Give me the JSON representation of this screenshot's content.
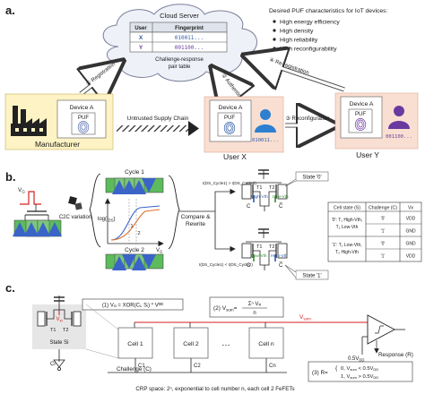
{
  "panels": {
    "a": {
      "label": "a.",
      "cloud": {
        "title": "Cloud Server",
        "col_user": "User",
        "col_fp": "Fingerprint",
        "rows": [
          {
            "user": "X",
            "fp": "010011..."
          },
          {
            "user": "Y",
            "fp": "001100..."
          }
        ],
        "caption_1": "Challenge-response",
        "caption_2": "pair table"
      },
      "puf_title": "Desired PUF characteristics for IoT devices:",
      "puf_items": [
        "High energy efficiency",
        "High density",
        "High reliability",
        "High reconfigurability"
      ],
      "arrows": {
        "registration": "① Registration",
        "authentication": "② Authentication",
        "re_registration": "④ Re-registration",
        "reconfiguration": "③ Reconfiguration",
        "supply_chain": "Untrusted Supply Chain"
      },
      "device_label": "Device A",
      "puf_label": "PUF",
      "manufacturer": "Manufacturer",
      "user_x": "User X",
      "user_y": "User Y",
      "bits_x": "010011...",
      "bits_y": "001100..."
    },
    "b": {
      "label": "b.",
      "vg": "V",
      "vg_sub": "G",
      "c2c": "C2C variation",
      "cycle1": "Cycle 1",
      "cycle2": "Cycle 2",
      "log_ids": "log(I",
      "log_ids_sub": "DS",
      "vg_axis": "V",
      "vg_axis_sub": "G",
      "tick1": "1",
      "tick2": "2",
      "compare_1": "Compare &",
      "compare_2": "Rewrite",
      "cond_top": "I(DS_Cycle1) > I(DS_Cycle2)",
      "cond_bottom": "I(DS_Cycle1) < I(DS_Cycle2)",
      "state0": "State '0'",
      "state1": "State '1'",
      "t1": "T1",
      "t2": "T2",
      "high_vth": "High-Vth",
      "low_vth": "Low-Vth",
      "c_label": "C",
      "c_bar": "C̅",
      "table": {
        "headers": [
          "Cell state (S)",
          "Challenge (C)",
          "Vx"
        ],
        "rows": [
          {
            "s1": "'0': T₁ High-Vth,",
            "s2": "T₂ Low-Vth",
            "c0": "'0'",
            "v0": "VDD",
            "c1": "'1'",
            "v1": "GND"
          },
          {
            "s1": "'1': T₁ Low-Vth,",
            "s2": "T₂ High-Vth",
            "c0": "'0'",
            "v0": "GND",
            "c1": "'1'",
            "v1": "VDD"
          }
        ]
      }
    },
    "c": {
      "label": "c.",
      "eq1": "(1) Vₓᵢ = XOR(Cᵢ, Sᵢ) * Vᴰᴰ",
      "eq2_prefix": "(2) V",
      "eq2_sub": "sum",
      "eq2_num": "Σⁿ Vₓᵢ",
      "eq2_den": "n",
      "vsum": "V",
      "vsum_sub": "sum",
      "vxi": "V",
      "vxi_sub": "xi",
      "t1": "T1",
      "t2": "T2",
      "ci": "Ci",
      "state_si": "State Si",
      "cells": [
        "Cell 1",
        "Cell 2",
        "Cell n"
      ],
      "ellipsis": "…",
      "c_labels": [
        "C1",
        "C2",
        "Cn"
      ],
      "challenge": "Challenge (C)",
      "half_vdd": "0.5V",
      "half_vdd_sub": "DD",
      "response": "Response (R)",
      "r_eq": "(3) R=",
      "r_line0": "0,  V",
      "r_line0_tail": " < 0.5V",
      "r_line1": "1,  V",
      "r_line1_tail": " > 0.5V",
      "sum_sub": "sum",
      "dd_sub": "DD",
      "crp": "CRP space: 2ⁿ, exponential to cell number n, each cell 2 FeFETs"
    }
  },
  "colors": {
    "device_yellow": "#fdf3c4",
    "user_pink": "#f9dfd2",
    "cloud_fill": "#eef1f8",
    "channel_green": "#5dbb5d",
    "arrow_blue": "#3a64c8",
    "red": "#d42020"
  }
}
